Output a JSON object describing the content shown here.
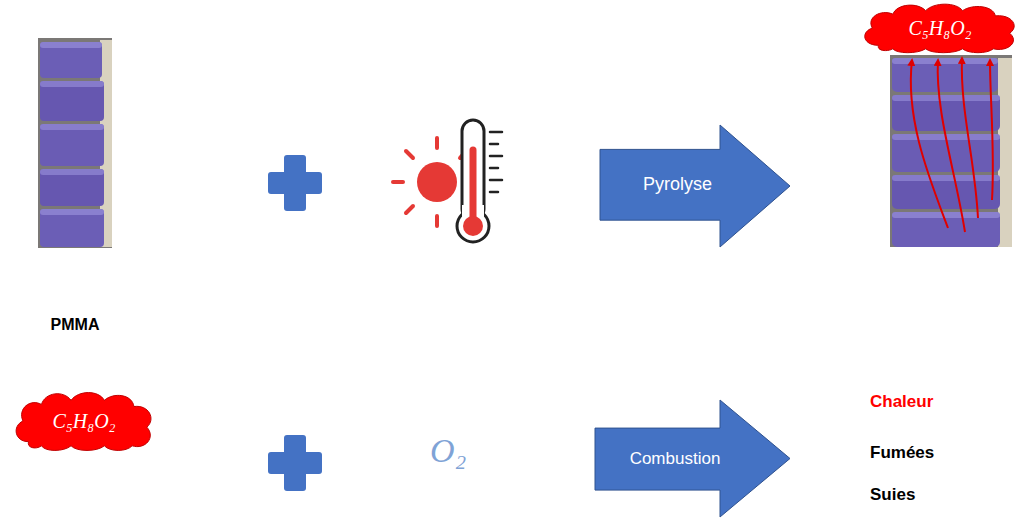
{
  "diagram": {
    "nodes": [
      {
        "text": [
          "Pyrolyse"
        ]
      },
      {
        "text": [
          "C₅H₈O₂"
        ]
      },
      {
        "text": [
          "C₅H₈O₂"
        ]
      },
      {
        "text": [
          "Combustion"
        ]
      }
    ],
    "labels": [
      "PMMA",
      "O₂",
      "Chaleur",
      "Fumées",
      "Suies"
    ]
  }
}
